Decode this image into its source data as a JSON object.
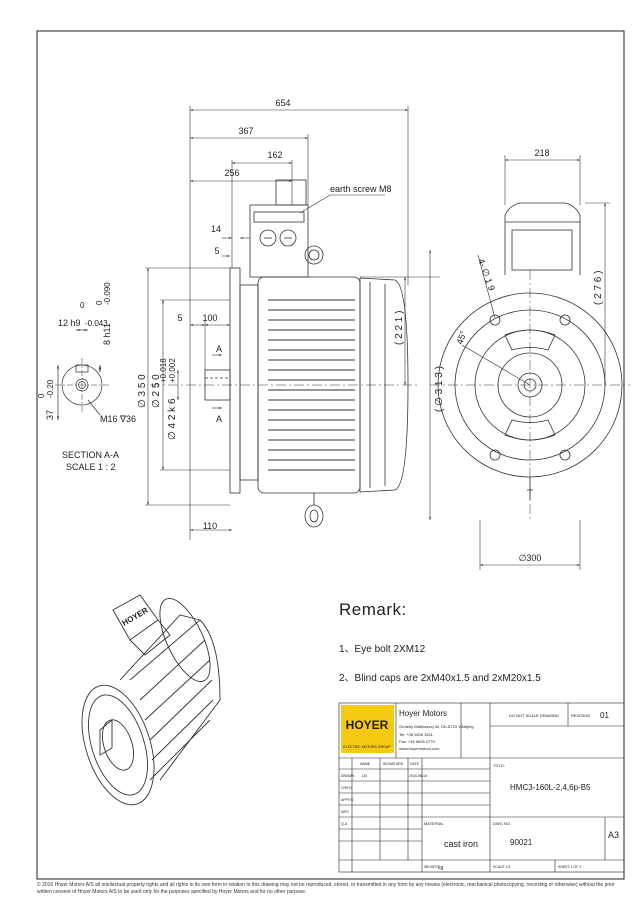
{
  "drawing": {
    "dimensions": {
      "overall_length": "654",
      "body_length": "367",
      "box_offset": "162",
      "box_position": "256",
      "flange_gap": "14",
      "step": "5",
      "shaft_step": "5",
      "shaft_length": "100",
      "foot_length": "110",
      "height_221": "( 2 2 1 )",
      "height_313": "( ∅ 3 1 3 )",
      "spigot_350": "∅ 3 5 0",
      "spigot_250": "∅ 2 5 0",
      "shaft_dia": "∅ 4 2 k 6",
      "shaft_tol_upper": "+0.018",
      "shaft_tol_lower": "+0.002",
      "top_width": "218",
      "side_height": "( 2 7 6 )",
      "pcd": "∅300",
      "bolt_hole": "4- ∅ 1 9",
      "angle": "45°"
    },
    "earth_screw": "earth screw M8",
    "section_a": "A",
    "section_a2": "A",
    "key": {
      "key_width": "12 h9",
      "key_width_zero": "0",
      "key_width_tol": "-0.043",
      "key_height": "8 h11",
      "key_height_zero": "0",
      "key_height_tol": "-0.090",
      "depth": "37",
      "depth_zero": "0",
      "depth_tol": "-0.20",
      "thread": "M16 ∇36",
      "section_label": "SECTION A-A",
      "scale_label": "SCALE 1 : 2"
    }
  },
  "remarks": {
    "title": "Remark:",
    "items": [
      "1、Eye bolt 2XM12",
      "2、Blind caps are 2xM40x1.5 and 2xM20x1.5"
    ]
  },
  "title_block": {
    "logo_text": "HOYER",
    "logo_sub": "ELECTRIC MOTORS GROUP",
    "company": "Hoyer Motors",
    "address": "Ormeby Mathiasvej 40, DK-8723 Vildbjerg",
    "phone": "Tel: +45 9626 3511",
    "fax": "Fax: +45 9626 3779",
    "web": "www.hoyermotors.com",
    "revision_label": "DO NOT SCALE DRAWING",
    "revision_value": "01",
    "revision_code": "REVISION",
    "col_name": "NAME",
    "col_signature": "SIGNATURE",
    "col_date": "DATE",
    "row_drawn": "DRAWN",
    "row_checked": "CHK'D",
    "row_approved": "APPV'D",
    "row_mfg": "MFG",
    "row_qa": "Q.A",
    "drawn_by": "LB",
    "drawn_date": "2016-08-16",
    "title_label": "TITLE:",
    "title_value": "HMC3-160L-2,4,6p-B5",
    "material_label": "MATERIAL",
    "material_value": "cast iron",
    "dwg_label": "DWG NO.",
    "dwg_value": "90021",
    "size_value": "A3",
    "weight_label": "WEIGHT",
    "weight_value": "kg",
    "scale_label": "SCALE 1:5",
    "sheet_label": "SHEET 1 OF 1"
  },
  "copyright": "© 2016 Hoyer Motors A/S all intellectual property rights and all rights in its own form in relation to this drawing may not be reproduced, stored, or transmitted in any form by any means (electronic, mechanical photocopying, recording or otherwise) without the prior written consent of Hoyer Motors A/S to be used only for the purposes specified by Hoyer Motors and for no other purpose."
}
